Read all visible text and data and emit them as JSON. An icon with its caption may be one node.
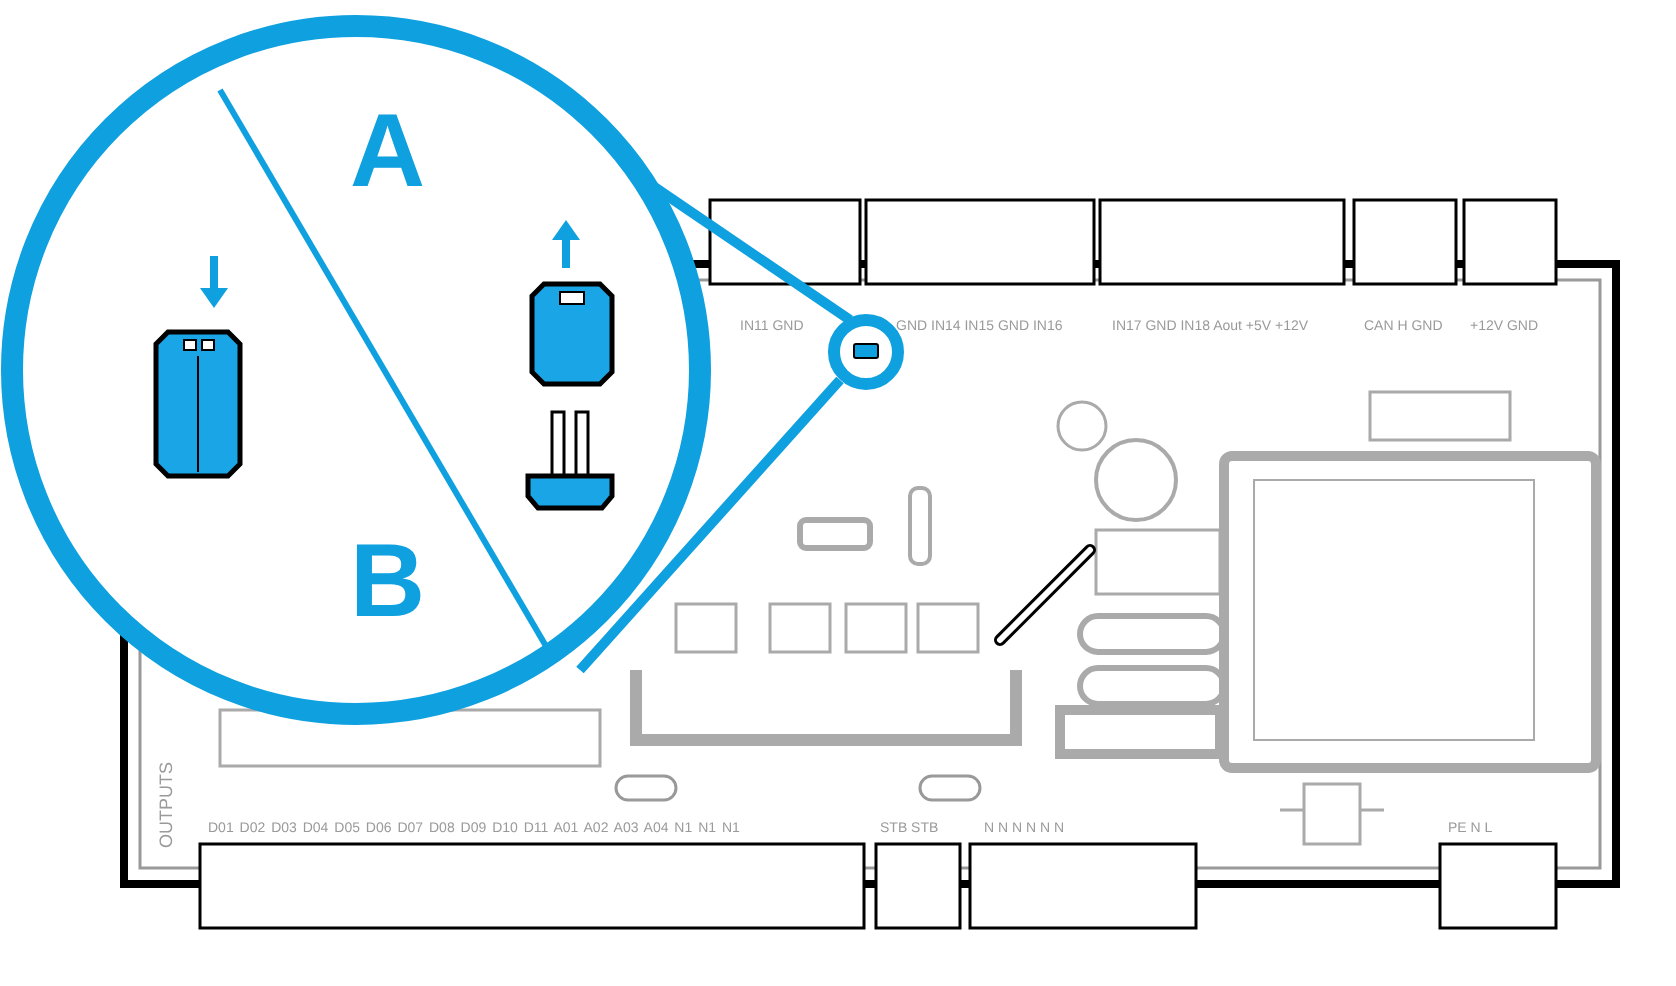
{
  "diagram": {
    "labels": [
      "A",
      "B",
      "IN11 GND",
      "GND IN14 IN15 GND IN16",
      "IN17 GND IN18 Aout +5V +12V",
      "CAN H GND",
      "+12V GND",
      "OUTPUTS",
      "D01 D02 D03 D04 D05 D06 D07 D08 D09 D10 D11 A01 A02 A03 A04 N1 N1 N1",
      "STB STB",
      "N N N N N N",
      "PE N L"
    ]
  }
}
